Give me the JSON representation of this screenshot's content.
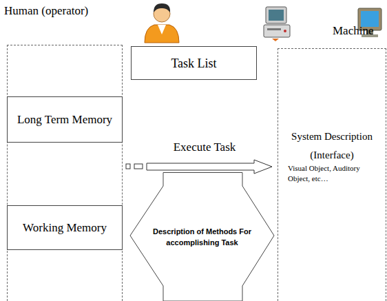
{
  "diagram": {
    "nodes": [
      {
        "text": [
          "Human (operator)"
        ]
      },
      {
        "text": [
          "Long Term Memory"
        ],
        "in": 0
      },
      {
        "text": [
          "Working Memory"
        ],
        "in": 0
      },
      {
        "text": [
          "Task List"
        ]
      },
      {
        "text": [
          "Machine",
          "System Description (Interface)",
          "Visual Object, Auditory Object, etc…"
        ]
      },
      {
        "text": [
          "Description of Methods For accomplishing Task"
        ]
      }
    ],
    "edges": [
      {
        "from": 0,
        "to": 4,
        "label": "Execute Task",
        "arrow": "to"
      }
    ]
  }
}
